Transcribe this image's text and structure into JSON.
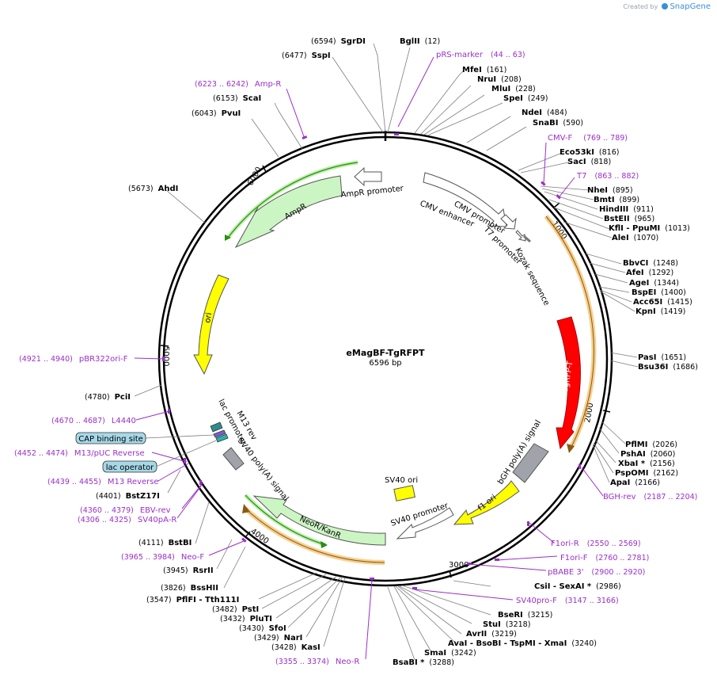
{
  "credit": {
    "created_by": "Created by",
    "brand": "SnapGene"
  },
  "plasmid": {
    "name": "eMagBF-TgRFPT",
    "size": "6596 bp"
  },
  "ticks": [
    "1000",
    "2000",
    "3000",
    "4000",
    "5000",
    "6000"
  ],
  "sites": [
    {
      "name": "SgrDI",
      "pos": "(6594)"
    },
    {
      "name": "BglII",
      "pos": "(12)"
    },
    {
      "name": "SspI",
      "pos": "(6477)"
    },
    {
      "name": "MfeI",
      "pos": "(161)"
    },
    {
      "name": "NruI",
      "pos": "(208)"
    },
    {
      "name": "MluI",
      "pos": "(228)"
    },
    {
      "name": "SpeI",
      "pos": "(249)"
    },
    {
      "name": "ScaI",
      "pos": "(6153)"
    },
    {
      "name": "PvuI",
      "pos": "(6043)"
    },
    {
      "name": "NdeI",
      "pos": "(484)"
    },
    {
      "name": "SnaBI",
      "pos": "(590)"
    },
    {
      "name": "Eco53kI",
      "pos": "(816)"
    },
    {
      "name": "SacI",
      "pos": "(818)"
    },
    {
      "name": "AhdI",
      "pos": "(5673)"
    },
    {
      "name": "NheI",
      "pos": "(895)"
    },
    {
      "name": "BmtI",
      "pos": "(899)"
    },
    {
      "name": "HindIII",
      "pos": "(911)"
    },
    {
      "name": "BstEII",
      "pos": "(965)"
    },
    {
      "name": "KflI - PpuMI",
      "pos": "(1013)"
    },
    {
      "name": "AleI",
      "pos": "(1070)"
    },
    {
      "name": "BbvCI",
      "pos": "(1248)"
    },
    {
      "name": "AfeI",
      "pos": "(1292)"
    },
    {
      "name": "AgeI",
      "pos": "(1344)"
    },
    {
      "name": "BspEI",
      "pos": "(1400)"
    },
    {
      "name": "Acc65I",
      "pos": "(1415)"
    },
    {
      "name": "KpnI",
      "pos": "(1419)"
    },
    {
      "name": "PasI",
      "pos": "(1651)"
    },
    {
      "name": "Bsu36I",
      "pos": "(1686)"
    },
    {
      "name": "PciI",
      "pos": "(4780)"
    },
    {
      "name": "PflMI",
      "pos": "(2026)"
    },
    {
      "name": "PshAI",
      "pos": "(2060)"
    },
    {
      "name": "XbaI *",
      "pos": "(2156)"
    },
    {
      "name": "PspOMI",
      "pos": "(2162)"
    },
    {
      "name": "ApaI",
      "pos": "(2166)"
    },
    {
      "name": "BstZ17I",
      "pos": "(4401)"
    },
    {
      "name": "BstBI",
      "pos": "(4111)"
    },
    {
      "name": "RsrII",
      "pos": "(3945)"
    },
    {
      "name": "BssHII",
      "pos": "(3826)"
    },
    {
      "name": "PflFI - Tth111I",
      "pos": "(3547)"
    },
    {
      "name": "PstI",
      "pos": "(3482)"
    },
    {
      "name": "PluTI",
      "pos": "(3432)"
    },
    {
      "name": "SfoI",
      "pos": "(3430)"
    },
    {
      "name": "NarI",
      "pos": "(3429)"
    },
    {
      "name": "KasI",
      "pos": "(3428)"
    },
    {
      "name": "CsiI - SexAI *",
      "pos": "(2986)"
    },
    {
      "name": "BseRI",
      "pos": "(3215)"
    },
    {
      "name": "StuI",
      "pos": "(3218)"
    },
    {
      "name": "AvrII",
      "pos": "(3219)"
    },
    {
      "name": "AvaI - BsoBI - TspMI - XmaI",
      "pos": "(3240)"
    },
    {
      "name": "SmaI",
      "pos": "(3242)"
    },
    {
      "name": "BsaBI *",
      "pos": "(3288)"
    }
  ],
  "primers": [
    {
      "name": "pRS-marker",
      "range": "(44 .. 63)"
    },
    {
      "name": "Amp-R",
      "range": "(6223 .. 6242)"
    },
    {
      "name": "CMV-F",
      "range": "(769 .. 789)"
    },
    {
      "name": "T7",
      "range": "(863 .. 882)"
    },
    {
      "name": "pBR322ori-F",
      "range": "(4921 .. 4940)"
    },
    {
      "name": "L4440",
      "range": "(4670 .. 4687)"
    },
    {
      "name": "M13/pUC Reverse",
      "range": "(4452 .. 4474)"
    },
    {
      "name": "M13 Reverse",
      "range": "(4439 .. 4455)"
    },
    {
      "name": "EBV-rev",
      "range": "(4360 .. 4379)"
    },
    {
      "name": "SV40pA-R",
      "range": "(4306 .. 4325)"
    },
    {
      "name": "Neo-F",
      "range": "(3965 .. 3984)"
    },
    {
      "name": "Neo-R",
      "range": "(3355 .. 3374)"
    },
    {
      "name": "BGH-rev",
      "range": "(2187 .. 2204)"
    },
    {
      "name": "F1ori-R",
      "range": "(2550 .. 2569)"
    },
    {
      "name": "F1ori-F",
      "range": "(2760 .. 2781)"
    },
    {
      "name": "pBABE 3'",
      "range": "(2900 .. 2920)"
    },
    {
      "name": "SV40pro-F",
      "range": "(3147 .. 3166)"
    }
  ],
  "boxed_labels": [
    "CAP binding site",
    "lac operator"
  ],
  "features": {
    "ampr_promoter": "AmpR promoter",
    "ampr": "AmpR",
    "cmv_promoter": "CMV promoter",
    "cmv_enhancer": "CMV enhancer",
    "t7_promoter": "T7 promoter",
    "kozak": "Kozak sequence",
    "ori": "ori",
    "tgrfp": "TagRFP-T",
    "bgh": "bGH poly(A) signal",
    "lac_promoter": "lac promoter",
    "m13_rev": "M13 rev",
    "sv40_polya": "SV40 poly(A) signal",
    "sv40_ori": "SV40 ori",
    "f1_ori": "f1 ori",
    "sv40_promoter": "SV40 promoter",
    "neor": "NeoR/KanR"
  },
  "colors": {
    "ampr": "#ccf5c4",
    "ori": "#ffff00",
    "tgrfp": "#ff0000",
    "promoter": "#ffffff",
    "polya": "#a0a3a9",
    "sv40_ori": "#ffff00",
    "f1_ori": "#ffff00",
    "neor": "#ccf5c4",
    "primer": "#9a2fc8",
    "orf_outer": "#f0a830",
    "orf_green": "#2e8b12",
    "box_fill": "#a7d8e8",
    "credit": "#3b8fd4"
  },
  "icons": {
    "logo": "snapgene-logo-icon"
  }
}
